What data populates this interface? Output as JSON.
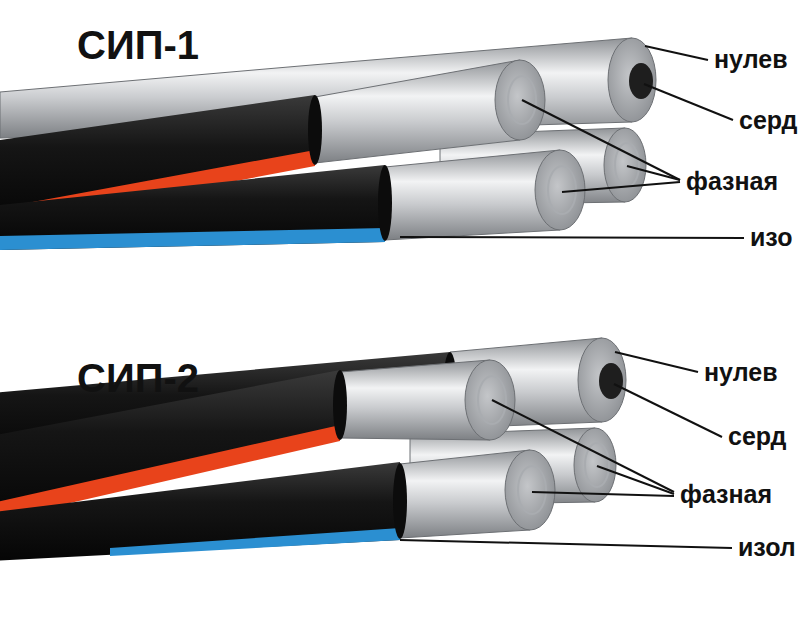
{
  "diagram": {
    "labels": [
      "СИП-1",
      "нулев",
      "серд",
      "фазная",
      "изо",
      "СИП-2",
      "нулев",
      "серд",
      "фазная",
      "изол"
    ]
  }
}
